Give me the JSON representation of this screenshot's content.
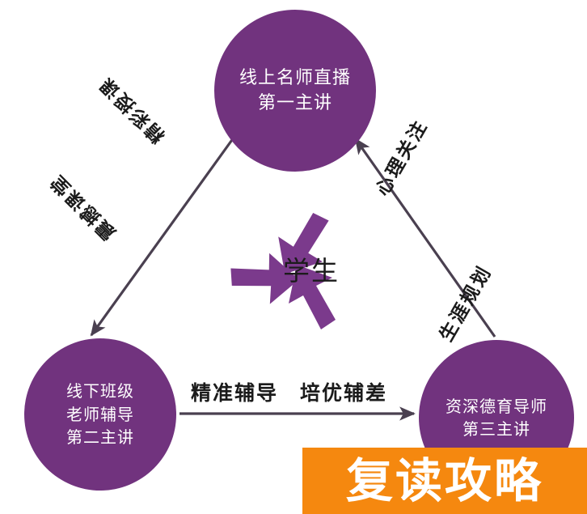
{
  "diagram": {
    "title": "复读攻略",
    "center": {
      "icon": "recycle-icon",
      "label": "学生"
    },
    "nodes": [
      {
        "id": "top",
        "lines": [
          "线上名师直播",
          "第一主讲"
        ]
      },
      {
        "id": "bottom-left",
        "lines": [
          "线下班级",
          "老师辅导",
          "第二主讲"
        ]
      },
      {
        "id": "bottom-right",
        "lines": [
          "资深德育导师",
          "第三主讲"
        ]
      }
    ],
    "edges": [
      {
        "id": "left",
        "from": "top",
        "to": "bottom-left",
        "labels": [
          "精彩授课",
          "震撼课堂"
        ]
      },
      {
        "id": "bottom",
        "from": "bottom-left",
        "to": "bottom-right",
        "labels": [
          "精准辅导　培优辅差"
        ]
      },
      {
        "id": "right",
        "from": "bottom-right",
        "to": "top",
        "labels": [
          "心理关注",
          "生涯规划"
        ]
      }
    ]
  },
  "banner": {
    "text": "复读攻略"
  },
  "colors": {
    "node_purple": "#71337E",
    "recycle_purple": "#7B3A8C",
    "banner_orange": "#F5880F",
    "arrow_gray": "#4a4050",
    "text_dark": "#1b1b1b",
    "node_text": "#ffffff"
  }
}
